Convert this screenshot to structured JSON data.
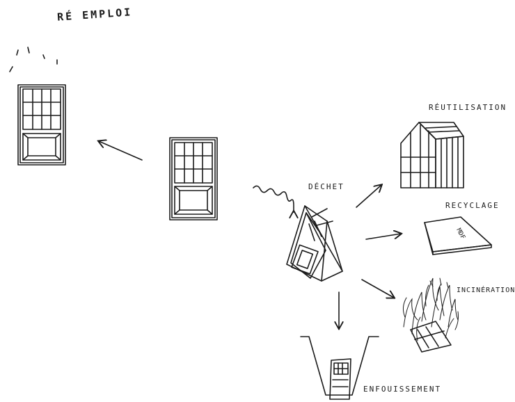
{
  "labels": {
    "reemploi": "RÉ EMPLOI",
    "dechet": "DÉCHET",
    "reutilisation": "RÉUTILISATION",
    "recyclage": "RECYCLAGE",
    "incineration": "INCINÉRATION",
    "enfouissement": "ENFOUISSEMENT"
  },
  "panel_marking": "MDF",
  "ink_color": "#1a1a1a"
}
